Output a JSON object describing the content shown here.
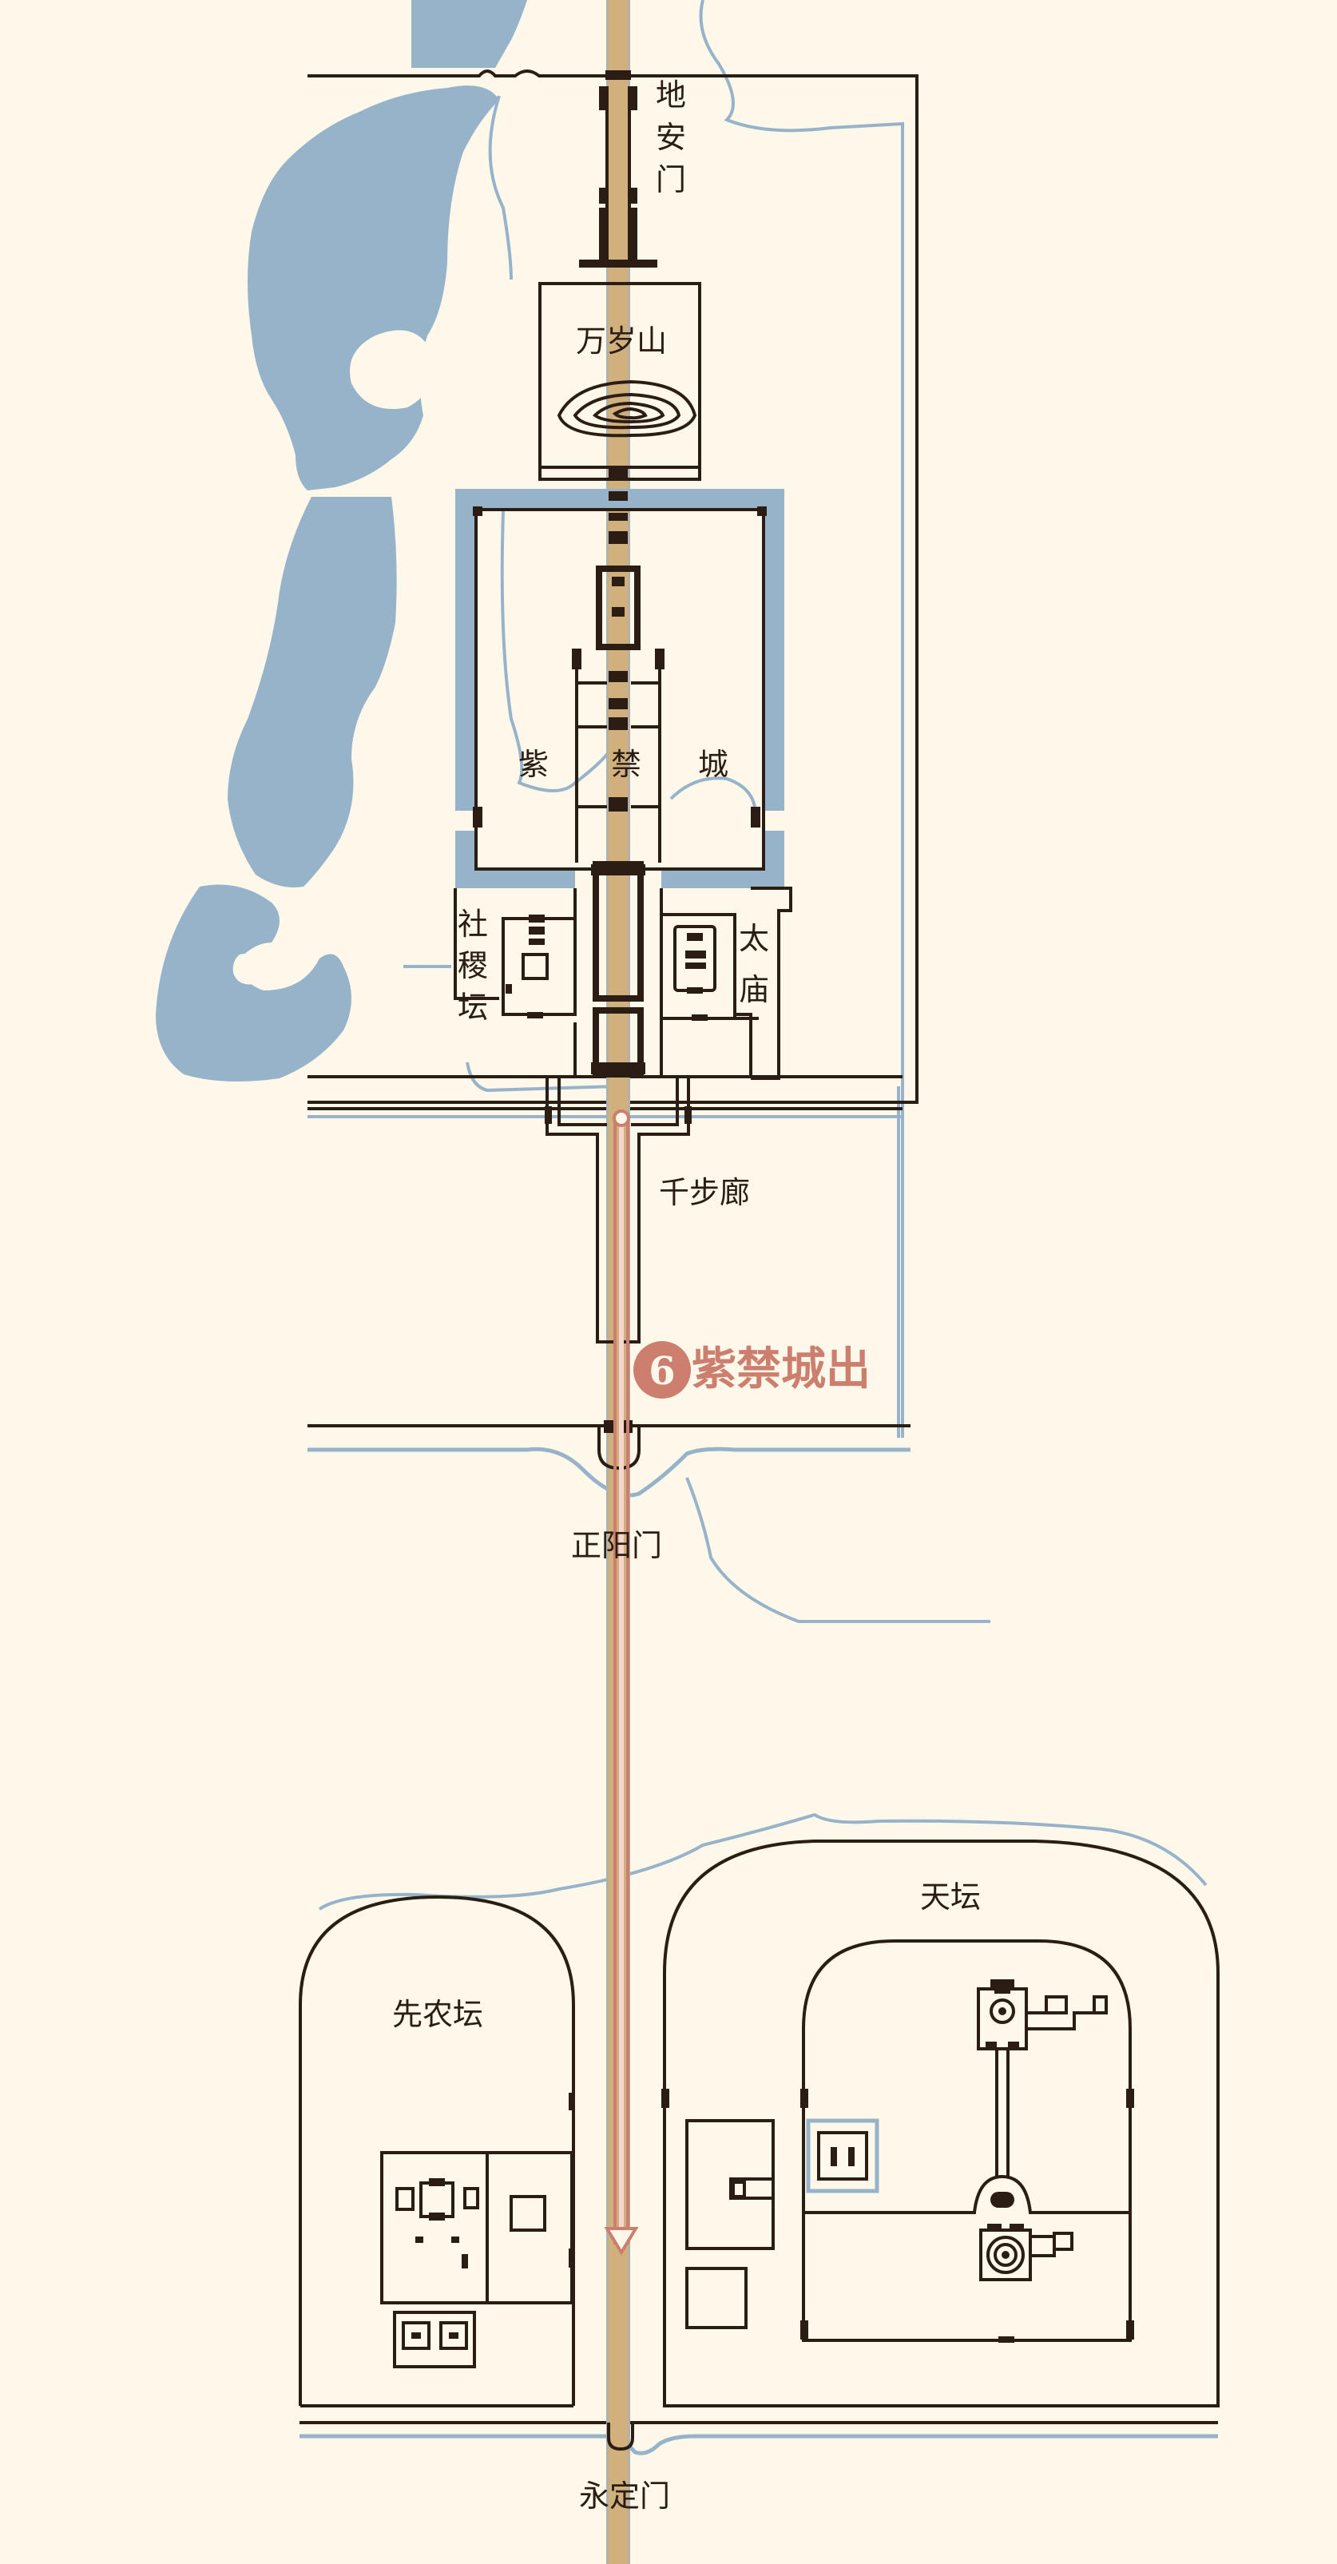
{
  "labels": {
    "di_an_men": [
      "地",
      "安",
      "门"
    ],
    "wan_sui_shan": "万岁山",
    "zi_jin_cheng": [
      "紫",
      "禁",
      "城"
    ],
    "she_ji_tan": [
      "社",
      "稷",
      "坛"
    ],
    "tai_miao": [
      "太",
      "庙"
    ],
    "qian_bu_lang": "千步廊",
    "zheng_yang_men": "正阳门",
    "tian_tan": "天坛",
    "xian_nong_tan": "先农坛",
    "yong_ding_men": "永定门"
  },
  "route": {
    "number": "6",
    "label": "紫禁城出",
    "color": "#cc7f6e"
  },
  "colors": {
    "background": "#fdf8ea",
    "water": "#97b3ca",
    "axis": "#d2b07c",
    "line": "#2b1d14"
  }
}
